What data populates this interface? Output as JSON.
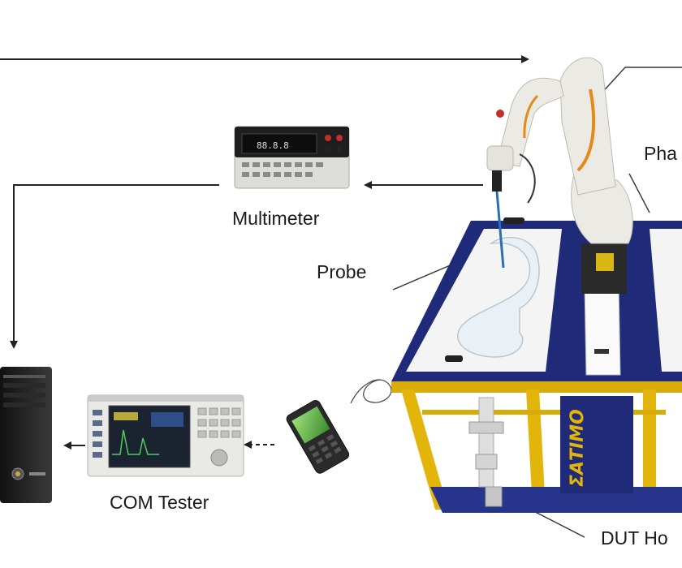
{
  "labels": {
    "multimeter": "Multimeter",
    "probe": "Probe",
    "com_tester": "COM Tester",
    "phantom": "Pha",
    "dut_holder": "DUT Ho"
  },
  "colors": {
    "table_blue": "#1f2a78",
    "frame_yellow": "#e3b40a",
    "robot_white": "#eceae4",
    "robot_orange": "#e38a18",
    "arrow": "#222222"
  }
}
